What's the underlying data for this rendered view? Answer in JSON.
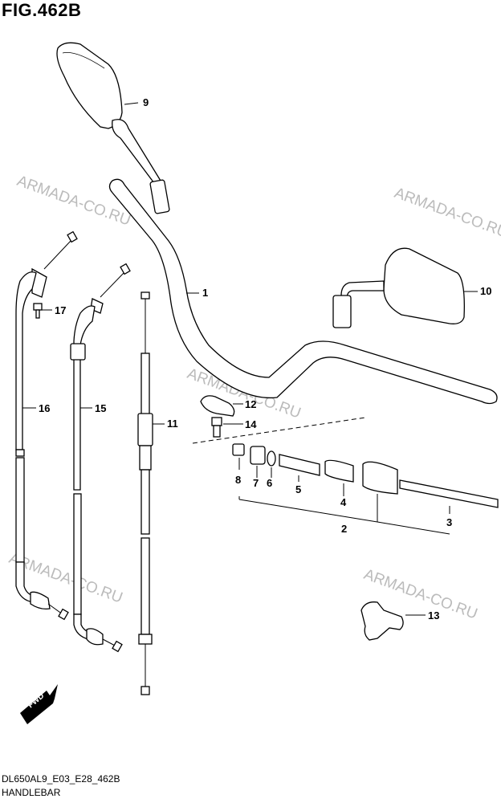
{
  "figure": {
    "title": "FIG.462B",
    "code": "DL650AL9_E03_E28_462B",
    "name": "HANDLEBAR"
  },
  "watermark": "ARMADA-CO.RU",
  "callouts": [
    "1",
    "2",
    "3",
    "4",
    "5",
    "6",
    "7",
    "8",
    "9",
    "10",
    "11",
    "12",
    "13",
    "14",
    "15",
    "16",
    "17"
  ],
  "fwd_label": "FWD"
}
